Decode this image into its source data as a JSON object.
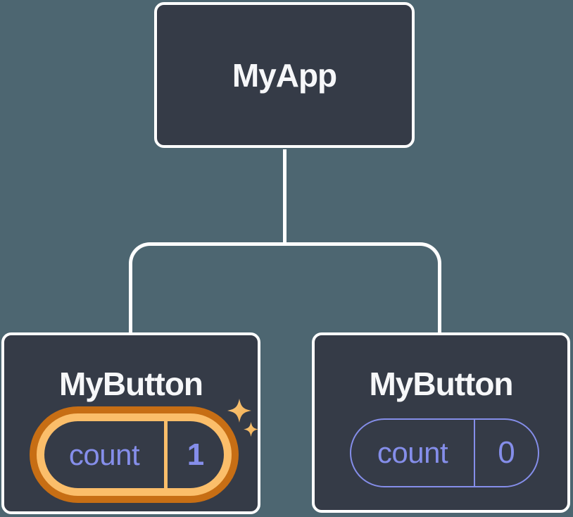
{
  "diagram": {
    "root": {
      "label": "MyApp"
    },
    "left_child": {
      "label": "MyButton",
      "state_key": "count",
      "state_value": "1",
      "highlighted": true
    },
    "right_child": {
      "label": "MyButton",
      "state_key": "count",
      "state_value": "0",
      "highlighted": false
    }
  },
  "colors": {
    "background": "#4D6671",
    "node_fill": "#353B47",
    "node_border": "#FFFFFF",
    "title_text": "#F6F7F9",
    "state_purple": "#858EEA",
    "highlight_outer_orange": "#C76E14",
    "highlight_inner_gold": "#FBBE6A",
    "sparkle_gold": "#F8BC64"
  }
}
